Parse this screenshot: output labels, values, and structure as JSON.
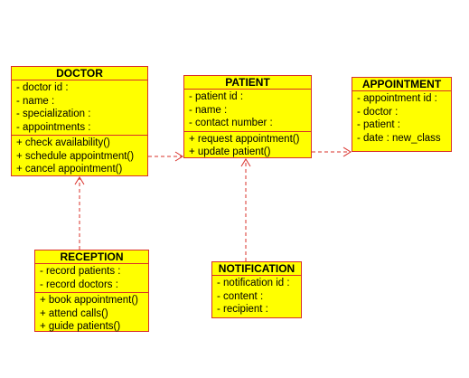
{
  "classes": {
    "doctor": {
      "name": "DOCTOR",
      "attributes": [
        "- doctor id :",
        "- name :",
        "- specialization :",
        "- appointments :"
      ],
      "methods": [
        "+ check availability()",
        "+ schedule appointment()",
        "+ cancel appointment()"
      ]
    },
    "patient": {
      "name": "PATIENT",
      "attributes": [
        "- patient id :",
        "- name :",
        "- contact number :"
      ],
      "methods": [
        "+ request appointment()",
        "+ update patient()"
      ]
    },
    "appointment": {
      "name": "APPOINTMENT",
      "attributes": [
        "- appointment id :",
        "- doctor :",
        "- patient :",
        "- date : new_class"
      ],
      "methods": []
    },
    "reception": {
      "name": "RECEPTION",
      "attributes": [
        "- record patients :",
        "- record doctors :"
      ],
      "methods": [
        "+ book appointment()",
        "+ attend calls()",
        "+ guide patients()"
      ]
    },
    "notification": {
      "name": "NOTIFICATION",
      "attributes": [
        "- notification id :",
        "- content :",
        "- recipient :"
      ],
      "methods": []
    }
  },
  "colors": {
    "fill": "#ffff00",
    "border": "#d9302a",
    "connector": "#d9302a"
  },
  "relations": [
    {
      "from": "doctor",
      "to": "patient",
      "style": "dashed",
      "arrow": "open"
    },
    {
      "from": "patient",
      "to": "appointment",
      "style": "dashed",
      "arrow": "open"
    },
    {
      "from": "reception",
      "to": "doctor",
      "style": "dashed",
      "arrow": "open"
    },
    {
      "from": "notification",
      "to": "patient",
      "style": "dashed",
      "arrow": "open"
    }
  ]
}
